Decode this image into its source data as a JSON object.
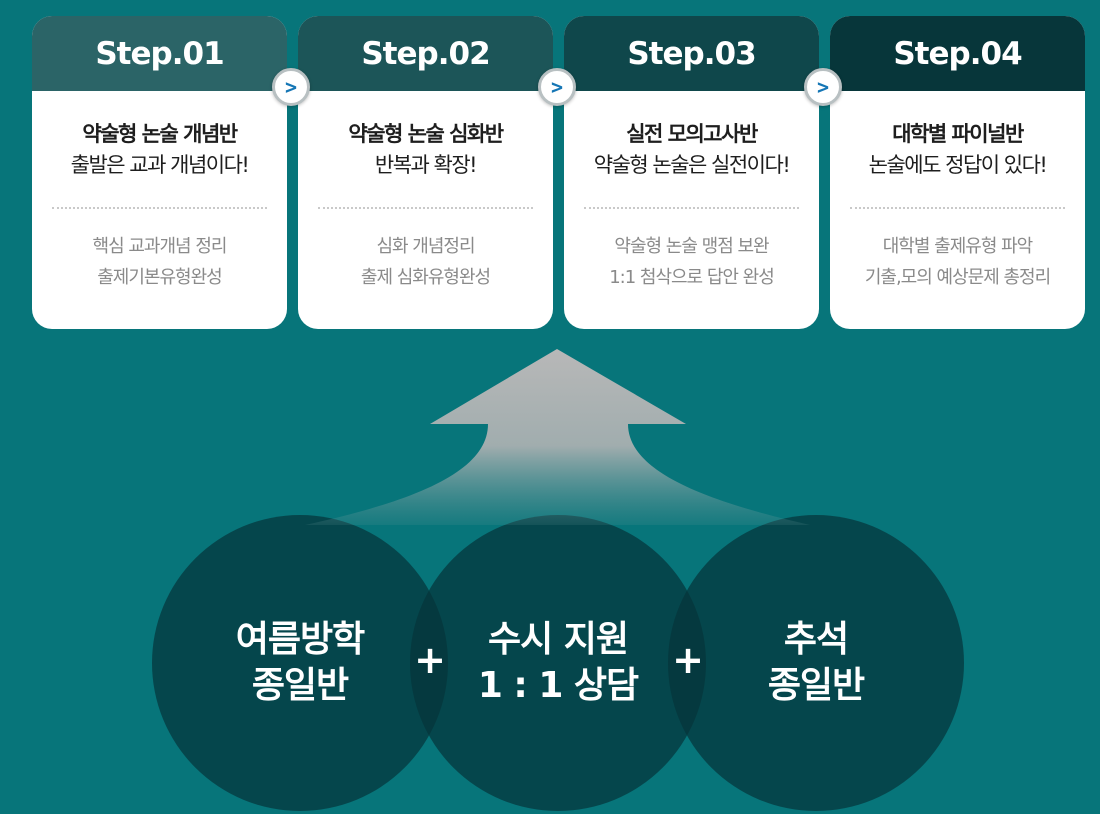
{
  "steps": [
    {
      "label": "Step.01",
      "title": "약술형 논술 개념반",
      "subtitle": "출발은 교과 개념이다!",
      "desc1": "핵심 교과개념 정리",
      "desc2": "출제기본유형완성",
      "header_color": "#2b6467"
    },
    {
      "label": "Step.02",
      "title": "약술형 논술 심화반",
      "subtitle": "반복과 확장!",
      "desc1": "심화 개념정리",
      "desc2": "출제 심화유형완성",
      "header_color": "#1c5558"
    },
    {
      "label": "Step.03",
      "title": "실전 모의고사반",
      "subtitle": "약술형 논술은 실전이다!",
      "desc1": "약술형 논술 맹점 보완",
      "desc2": "1:1 첨삭으로 답안 완성",
      "header_color": "#0f474b"
    },
    {
      "label": "Step.04",
      "title": "대학별 파이널반",
      "subtitle": "논술에도 정답이 있다!",
      "desc1": "대학별 출제유형 파악",
      "desc2": "기출,모의 예상문제 총정리",
      "header_color": "#07363a"
    }
  ],
  "arrow_glyph": ">",
  "plus_glyph": "+",
  "circles": [
    {
      "line1": "여름방학",
      "line2": "종일반"
    },
    {
      "line1": "수시 지원",
      "line2": "1 : 1 상담"
    },
    {
      "line1": "추석",
      "line2": "종일반"
    }
  ],
  "colors": {
    "background": "#07757a",
    "arrow_button": "#1576b5",
    "circle": "#05343a"
  }
}
